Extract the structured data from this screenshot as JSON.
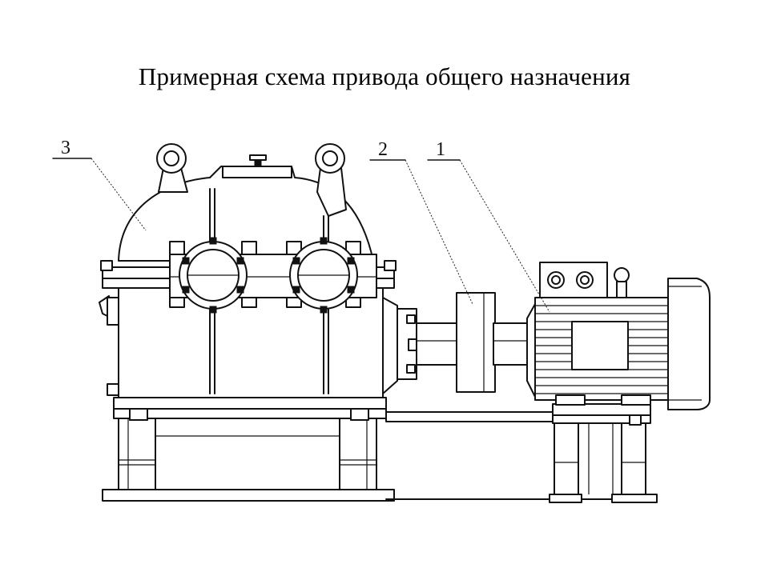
{
  "title": "Примерная схема привода общего назначения",
  "callouts": [
    {
      "number": "3"
    },
    {
      "number": "2"
    },
    {
      "number": "1"
    }
  ],
  "colors": {
    "ink": "#111111",
    "background": "#ffffff"
  }
}
